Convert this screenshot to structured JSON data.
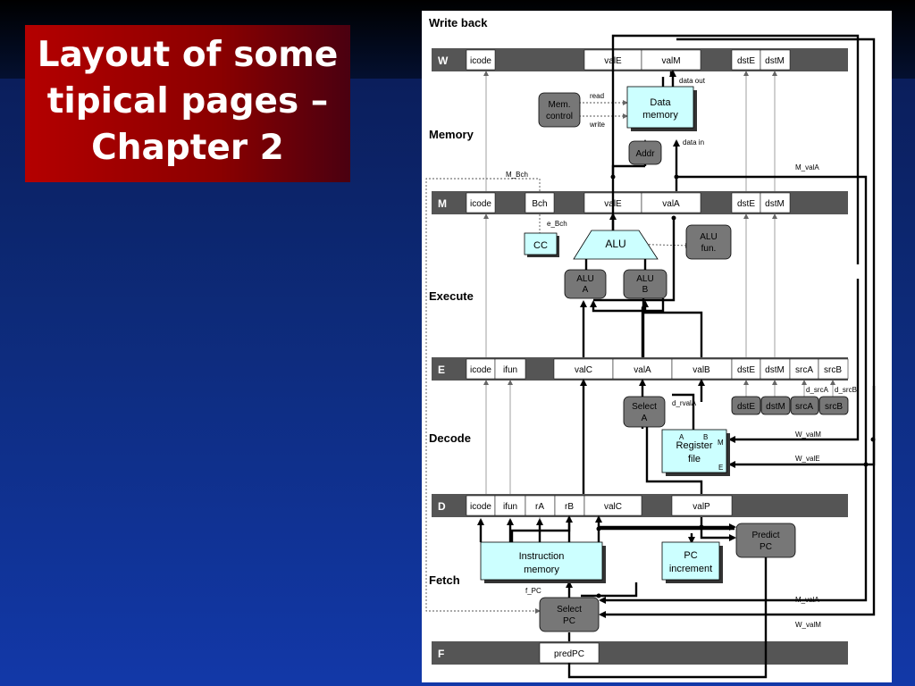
{
  "slide": {
    "title": "Layout of some\ntipical pages –\nChapter 2"
  },
  "diagram": {
    "title": "Write back",
    "stages": {
      "memory": "Memory",
      "execute": "Execute",
      "decode": "Decode",
      "fetch": "Fetch"
    },
    "registers": {
      "W": {
        "label": "W",
        "fields": [
          "icode",
          "valE",
          "valM",
          "dstE",
          "dstM"
        ]
      },
      "M": {
        "label": "M",
        "fields": [
          "icode",
          "Bch",
          "valE",
          "valA",
          "dstE",
          "dstM"
        ]
      },
      "E": {
        "label": "E",
        "fields": [
          "icode",
          "ifun",
          "valC",
          "valA",
          "valB",
          "dstE",
          "dstM",
          "srcA",
          "srcB"
        ]
      },
      "D": {
        "label": "D",
        "fields": [
          "icode",
          "ifun",
          "rA",
          "rB",
          "valC",
          "valP"
        ]
      },
      "F": {
        "label": "F",
        "fields": [
          "predPC"
        ]
      }
    },
    "blocks": {
      "mem_control": "Mem.\ncontrol",
      "data_memory": "Data\nmemory",
      "addr": "Addr",
      "cc": "CC",
      "alu": "ALU",
      "alu_fun": "ALU\nfun.",
      "alu_a": "ALU\nA",
      "alu_b": "ALU\nB",
      "select_a": "Select\nA",
      "register_file": "Register\nfile",
      "instruction_memory": "Instruction\nmemory",
      "pc_increment": "PC\nincrement",
      "predict_pc": "Predict\nPC",
      "select_pc": "Select\nPC",
      "decode_dest": [
        "dstE",
        "dstM",
        "srcA",
        "srcB"
      ]
    },
    "signals": {
      "read": "read",
      "write": "write",
      "data_out": "data out",
      "data_in": "data in",
      "m_valA_top": "M_valA",
      "m_bch": "M_Bch",
      "e_bch": "e_Bch",
      "d_rvalA": "d_rvalA",
      "d_srcA": "d_srcA",
      "d_srcB": "d_srcB",
      "w_valM_top": "W_valM",
      "w_valE": "W_valE",
      "f_pc": "f_PC",
      "m_valA_bottom": "M_valA",
      "w_valM_bottom": "W_valM",
      "rf_A": "A",
      "rf_B": "B",
      "rf_M": "M",
      "rf_E": "E"
    }
  }
}
